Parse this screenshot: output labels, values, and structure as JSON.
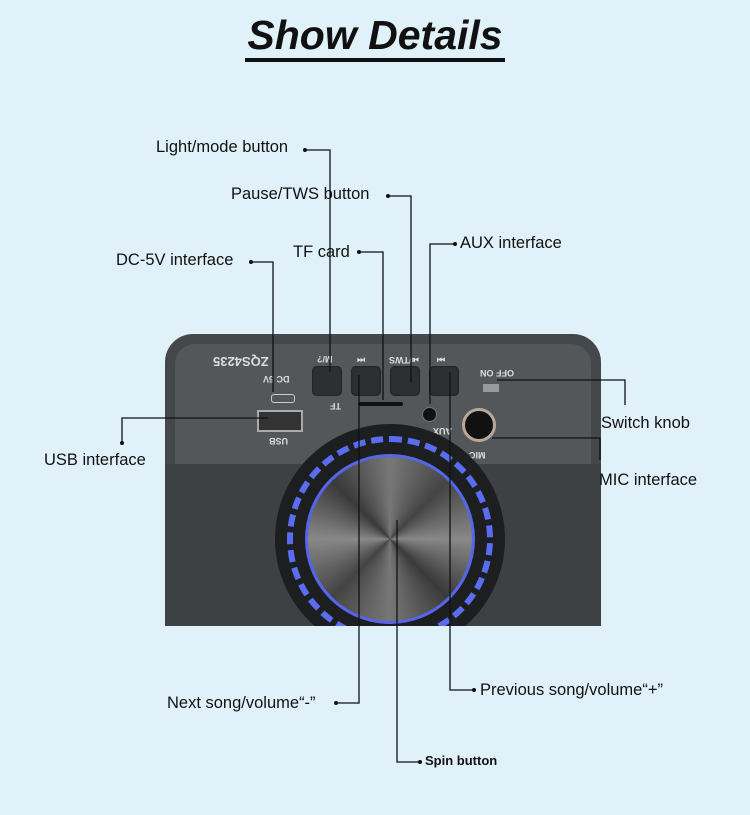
{
  "title": "Show Details",
  "device": {
    "model": "ZQS4235",
    "dc_label": "DC 5V",
    "usb_label": "USB",
    "tf_label": "TF",
    "aux_label": "AUX",
    "mic_label": "MIC",
    "switch_label": "OFF ON",
    "buttons": [
      "M/?",
      "⏮",
      "⏯/TWS",
      "⏭"
    ]
  },
  "callouts": {
    "light_mode": "Light/mode button",
    "pause_tws": "Pause/TWS button",
    "tf_card": "TF card",
    "aux": "AUX interface",
    "dc5v": "DC-5V interface",
    "usb": "USB interface",
    "switch_knob": "Switch knob",
    "mic": "MIC interface",
    "next_song": "Next song/volume“-”",
    "prev_song": "Previous song/volume“+”",
    "spin": "Spin button"
  }
}
